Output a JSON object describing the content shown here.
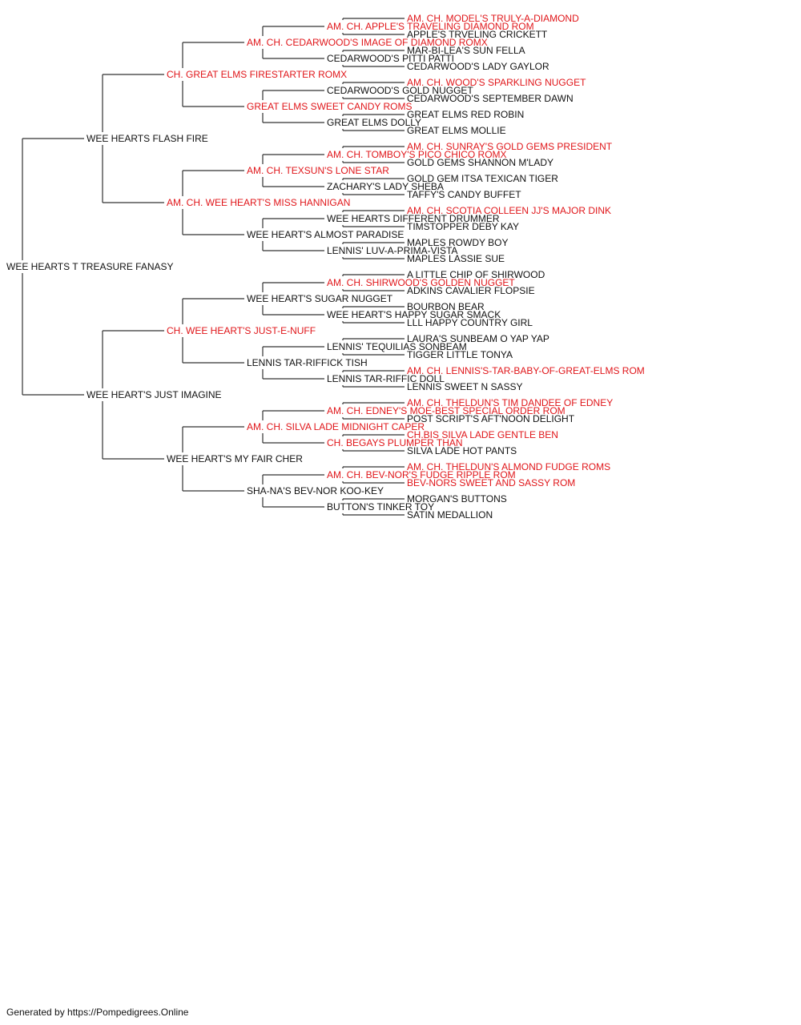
{
  "colors": {
    "titled": "#e0161a",
    "plain": "#111111",
    "line": "#333333"
  },
  "footer": "Generated by https://Pompedigrees.Online",
  "generations": [
    [
      {
        "name": "WEE HEARTS T TREASURE FANASY",
        "titled": false
      }
    ],
    [
      {
        "name": "WEE HEARTS FLASH FIRE",
        "titled": false
      },
      {
        "name": "WEE HEART'S JUST IMAGINE",
        "titled": false
      }
    ],
    [
      {
        "name": "CH. GREAT ELMS FIRESTARTER ROMX",
        "titled": true
      },
      {
        "name": "AM. CH. WEE HEART'S MISS HANNIGAN",
        "titled": true
      },
      {
        "name": "CH. WEE HEART'S JUST-E-NUFF",
        "titled": true
      },
      {
        "name": "WEE HEART'S MY FAIR CHER",
        "titled": false
      }
    ],
    [
      {
        "name": "AM. CH. CEDARWOOD'S IMAGE OF DIAMOND ROMX",
        "titled": true
      },
      {
        "name": "GREAT ELMS SWEET CANDY ROMS",
        "titled": true
      },
      {
        "name": "AM. CH. TEXSUN'S LONE STAR",
        "titled": true
      },
      {
        "name": "WEE HEART'S ALMOST PARADISE",
        "titled": false
      },
      {
        "name": "WEE HEART'S SUGAR NUGGET",
        "titled": false
      },
      {
        "name": "LENNIS TAR-RIFFICK TISH",
        "titled": false
      },
      {
        "name": "AM. CH. SILVA LADE MIDNIGHT CAPER",
        "titled": true
      },
      {
        "name": "SHA-NA'S BEV-NOR KOO-KEY",
        "titled": false
      }
    ],
    [
      {
        "name": "AM. CH. APPLE'S TRAVELING DIAMOND ROM",
        "titled": true
      },
      {
        "name": "CEDARWOOD'S PITTI PATTI",
        "titled": false
      },
      {
        "name": "CEDARWOOD'S GOLD NUGGET",
        "titled": false
      },
      {
        "name": "GREAT ELMS DOLLY",
        "titled": false
      },
      {
        "name": "AM. CH. TOMBOY'S PICO CHICO ROMX",
        "titled": true
      },
      {
        "name": "ZACHARY'S LADY SHEBA",
        "titled": false
      },
      {
        "name": "WEE HEARTS DIFFERENT DRUMMER",
        "titled": false
      },
      {
        "name": "LENNIS' LUV-A-PRIMA-VISTA",
        "titled": false
      },
      {
        "name": "AM. CH. SHIRWOOD'S GOLDEN NUGGET",
        "titled": true
      },
      {
        "name": "WEE HEART'S HAPPY SUGAR SMACK",
        "titled": false
      },
      {
        "name": "LENNIS' TEQUILIAS SONBEAM",
        "titled": false
      },
      {
        "name": "LENNIS TAR-RIFFIC DOLL",
        "titled": false
      },
      {
        "name": "AM. CH. EDNEY'S MOE-BEST SPECIAL ORDER ROM",
        "titled": true
      },
      {
        "name": "CH. BEGAYS PLUMPER THAN",
        "titled": true
      },
      {
        "name": "AM. CH. BEV-NOR'S FUDGE RIPPLE ROM",
        "titled": true
      },
      {
        "name": "BUTTON'S TINKER TOY",
        "titled": false
      }
    ],
    [
      {
        "name": "AM. CH. MODEL'S TRULY-A-DIAMOND",
        "titled": true
      },
      {
        "name": "APPLE'S TRVELING CRICKETT",
        "titled": false
      },
      {
        "name": "MAR-BI-LEA'S SUN FELLA",
        "titled": false
      },
      {
        "name": "CEDARWOOD'S LADY GAYLOR",
        "titled": false
      },
      {
        "name": "AM. CH. WOOD'S SPARKLING NUGGET",
        "titled": true
      },
      {
        "name": "CEDARWOOD'S SEPTEMBER DAWN",
        "titled": false
      },
      {
        "name": "GREAT ELMS RED ROBIN",
        "titled": false
      },
      {
        "name": "GREAT ELMS MOLLIE",
        "titled": false
      },
      {
        "name": "AM. CH. SUNRAY'S GOLD GEMS PRESIDENT",
        "titled": true
      },
      {
        "name": "GOLD GEMS SHANNON M'LADY",
        "titled": false
      },
      {
        "name": "GOLD GEM ITSA TEXICAN TIGER",
        "titled": false
      },
      {
        "name": "TAFFY'S CANDY BUFFET",
        "titled": false
      },
      {
        "name": "AM. CH. SCOTIA COLLEEN JJ'S MAJOR DINK",
        "titled": true
      },
      {
        "name": "TIMSTOPPER DEBY KAY",
        "titled": false
      },
      {
        "name": "MAPLES ROWDY BOY",
        "titled": false
      },
      {
        "name": "MAPLES LASSIE SUE",
        "titled": false
      },
      {
        "name": "A LITTLE CHIP OF SHIRWOOD",
        "titled": false
      },
      {
        "name": "ADKINS CAVALIER FLOPSIE",
        "titled": false
      },
      {
        "name": "BOURBON BEAR",
        "titled": false
      },
      {
        "name": "LLL HAPPY COUNTRY GIRL",
        "titled": false
      },
      {
        "name": "LAURA'S SUNBEAM O YAP YAP",
        "titled": false
      },
      {
        "name": "TIGGER LITTLE TONYA",
        "titled": false
      },
      {
        "name": "AM. CH. LENNIS'S-TAR-BABY-OF-GREAT-ELMS ROM",
        "titled": true
      },
      {
        "name": "LENNIS SWEET N SASSY",
        "titled": false
      },
      {
        "name": "AM. CH. THELDUN'S TIM DANDEE OF EDNEY",
        "titled": true
      },
      {
        "name": "POST SCRIPT'S AFT'NOON DELIGHT",
        "titled": false
      },
      {
        "name": "CH.BIS SILVA LADE GENTLE BEN",
        "titled": true
      },
      {
        "name": "SILVA LADE HOT PANTS",
        "titled": false
      },
      {
        "name": "AM. CH. THELDUN'S ALMOND FUDGE ROMS",
        "titled": true
      },
      {
        "name": "BEV-NORS SWEET AND SASSY ROM",
        "titled": true
      },
      {
        "name": "MORGAN'S BUTTONS",
        "titled": false
      },
      {
        "name": "SATIN MEDALLION",
        "titled": false
      }
    ]
  ]
}
